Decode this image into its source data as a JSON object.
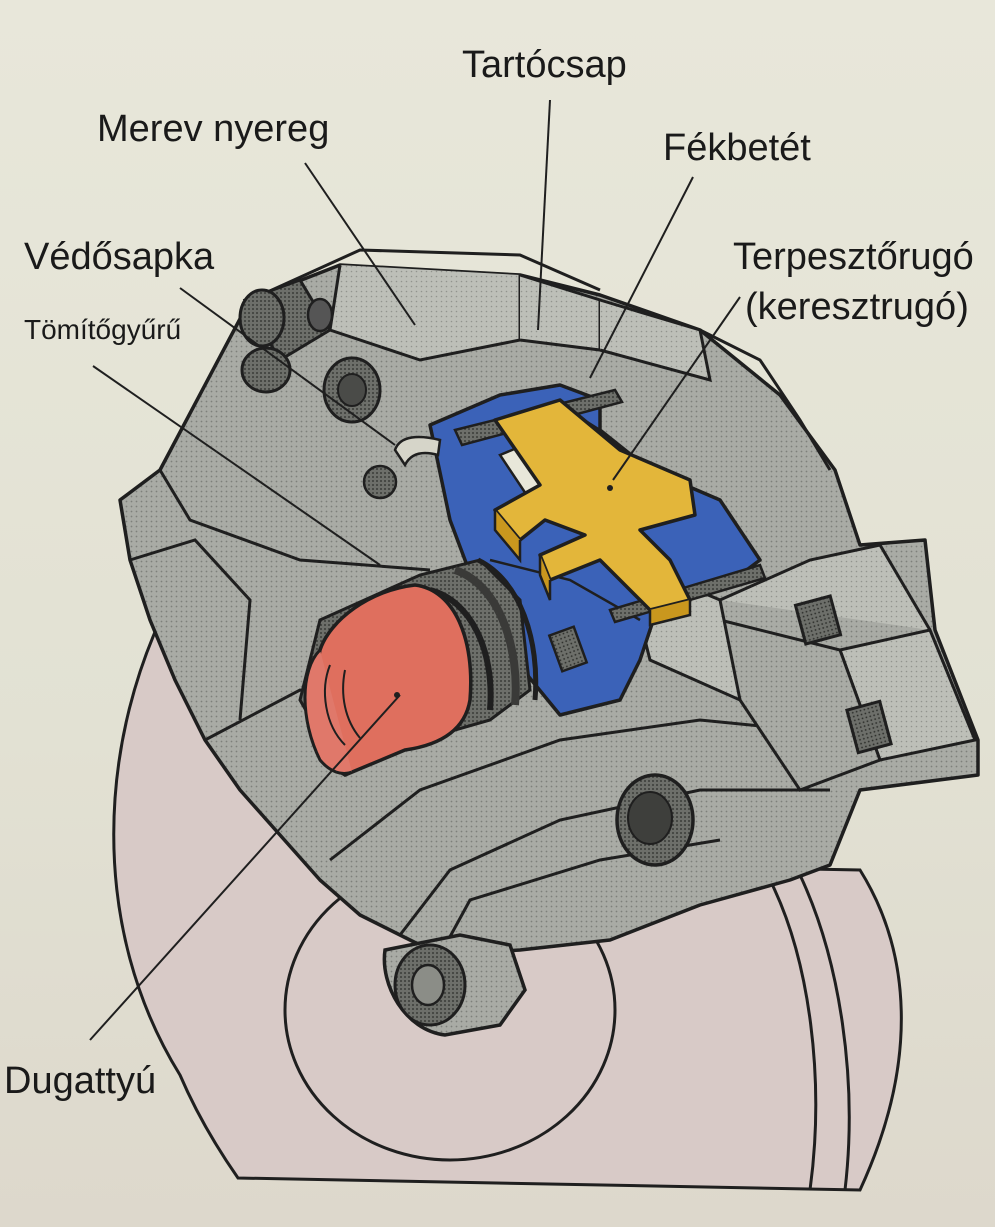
{
  "labels": {
    "tartocsap": "Tartócsap",
    "merev_nyereg": "Merev nyereg",
    "fekbetet": "Fékbetét",
    "vedosapka": "Védősapka",
    "terpesztorugo": "Terpesztőrugó",
    "keresztrugo": "(keresztrugó)",
    "tomitogyuru": "Tömítőgyűrű",
    "dugattyu": "Dugattyú"
  },
  "colors": {
    "background": "#e4e3d6",
    "housing": "#a9aba5",
    "disc": "#d8cac7",
    "piston": "#df6f5e",
    "pad": "#3b62b8",
    "spring": "#e3b63a",
    "outline": "#1f1f1f"
  }
}
